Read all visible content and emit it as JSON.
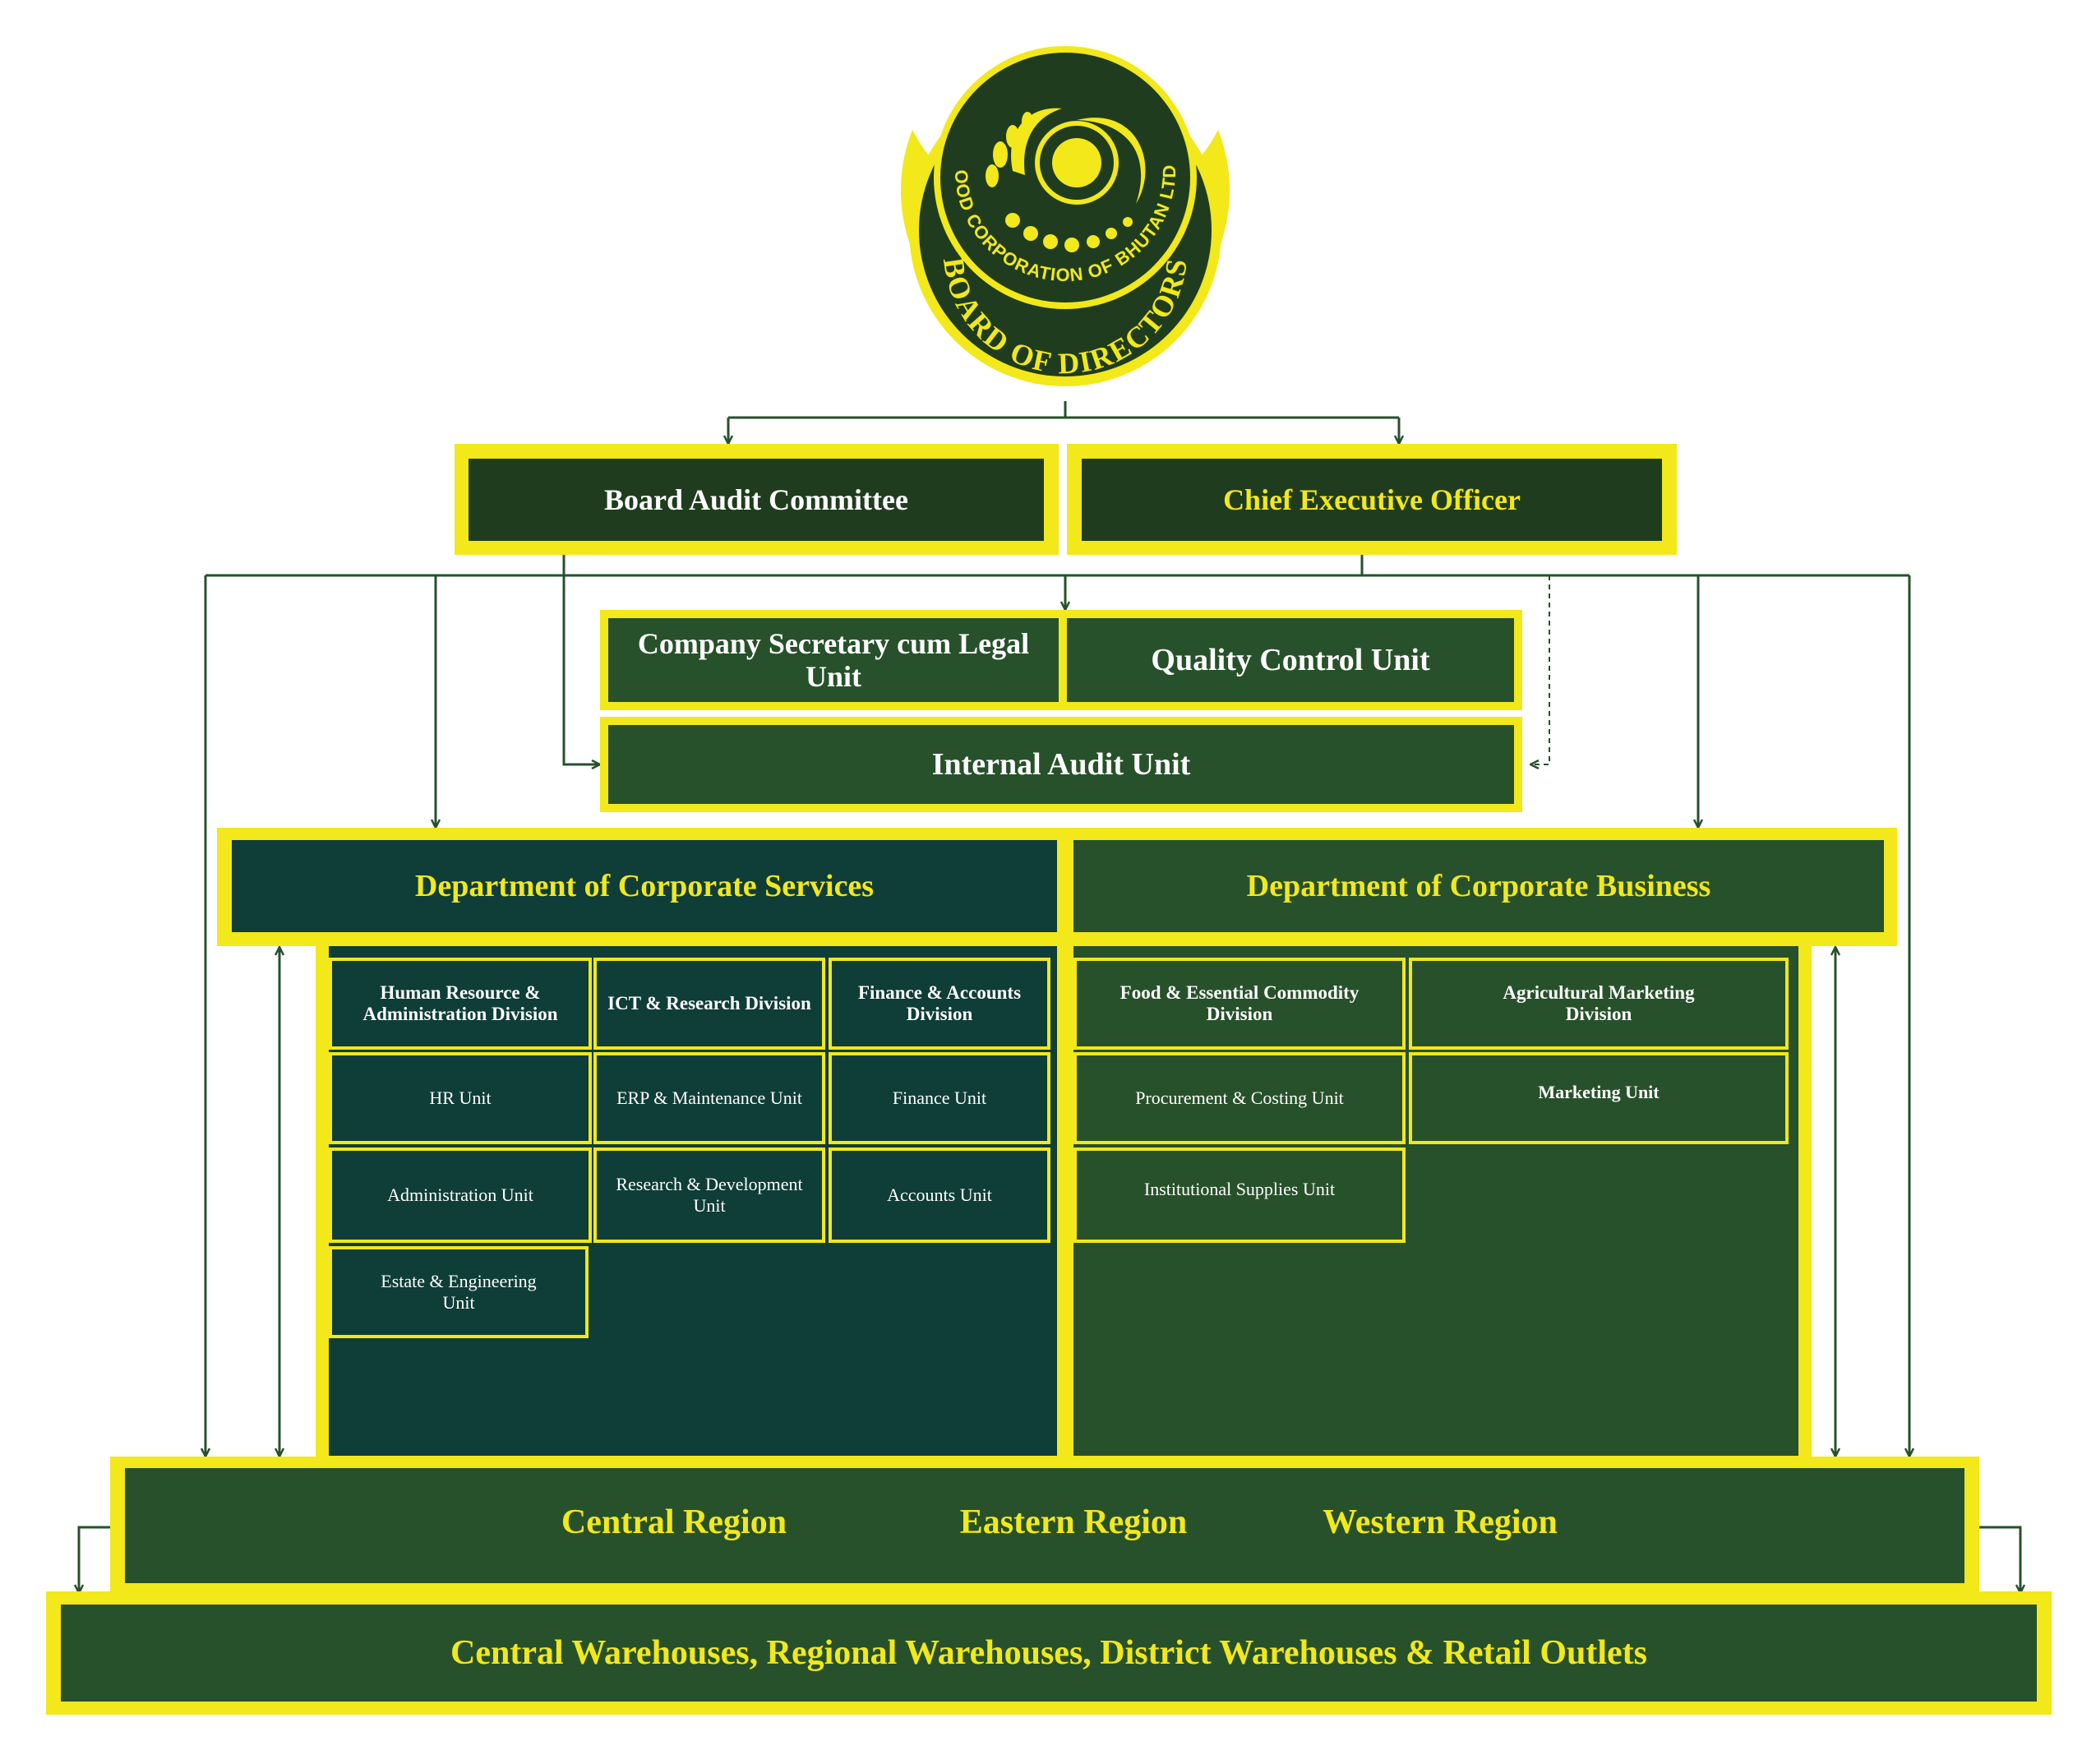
{
  "colors": {
    "yellow": "#f2e81a",
    "dark_green": "#1f3d1e",
    "green": "#27512a",
    "teal": "#0f3d38",
    "white": "#ffffff",
    "line": "#27512a"
  },
  "logo": {
    "arc_text": "BOARD OF DIRECTORS",
    "ring_text": "FOOD CORPORATION OF BHUTAN LTD."
  },
  "top": {
    "board_audit_committee": "Board Audit Committee",
    "ceo": "Chief Executive Officer"
  },
  "middle": {
    "company_secretary": "Company Secretary cum Legal Unit",
    "quality_control": "Quality Control Unit",
    "internal_audit": "Internal Audit Unit"
  },
  "corporate_services": {
    "title": "Department of Corporate Services",
    "divisions": [
      {
        "name": "Human Resource & Administration Division",
        "units": [
          "HR Unit",
          "Administration  Unit",
          "Estate & Engineering Unit"
        ]
      },
      {
        "name": "ICT & Research Division",
        "units": [
          "ERP & Maintenance Unit",
          "Research & Development Unit"
        ]
      },
      {
        "name": "Finance & Accounts Division",
        "units": [
          "Finance Unit",
          "Accounts Unit"
        ]
      }
    ]
  },
  "corporate_business": {
    "title": "Department of Corporate Business",
    "divisions": [
      {
        "name": "Food & Essential Commodity Division",
        "units": [
          "Procurement & Costing Unit",
          "Institutional Supplies Unit"
        ]
      },
      {
        "name": "Agricultural Marketing Division",
        "units": [
          "Marketing Unit"
        ]
      }
    ]
  },
  "regions": [
    "Central Region",
    "Eastern Region",
    "Western Region"
  ],
  "warehouses": "Central Warehouses, Regional Warehouses, District Warehouses & Retail Outlets"
}
